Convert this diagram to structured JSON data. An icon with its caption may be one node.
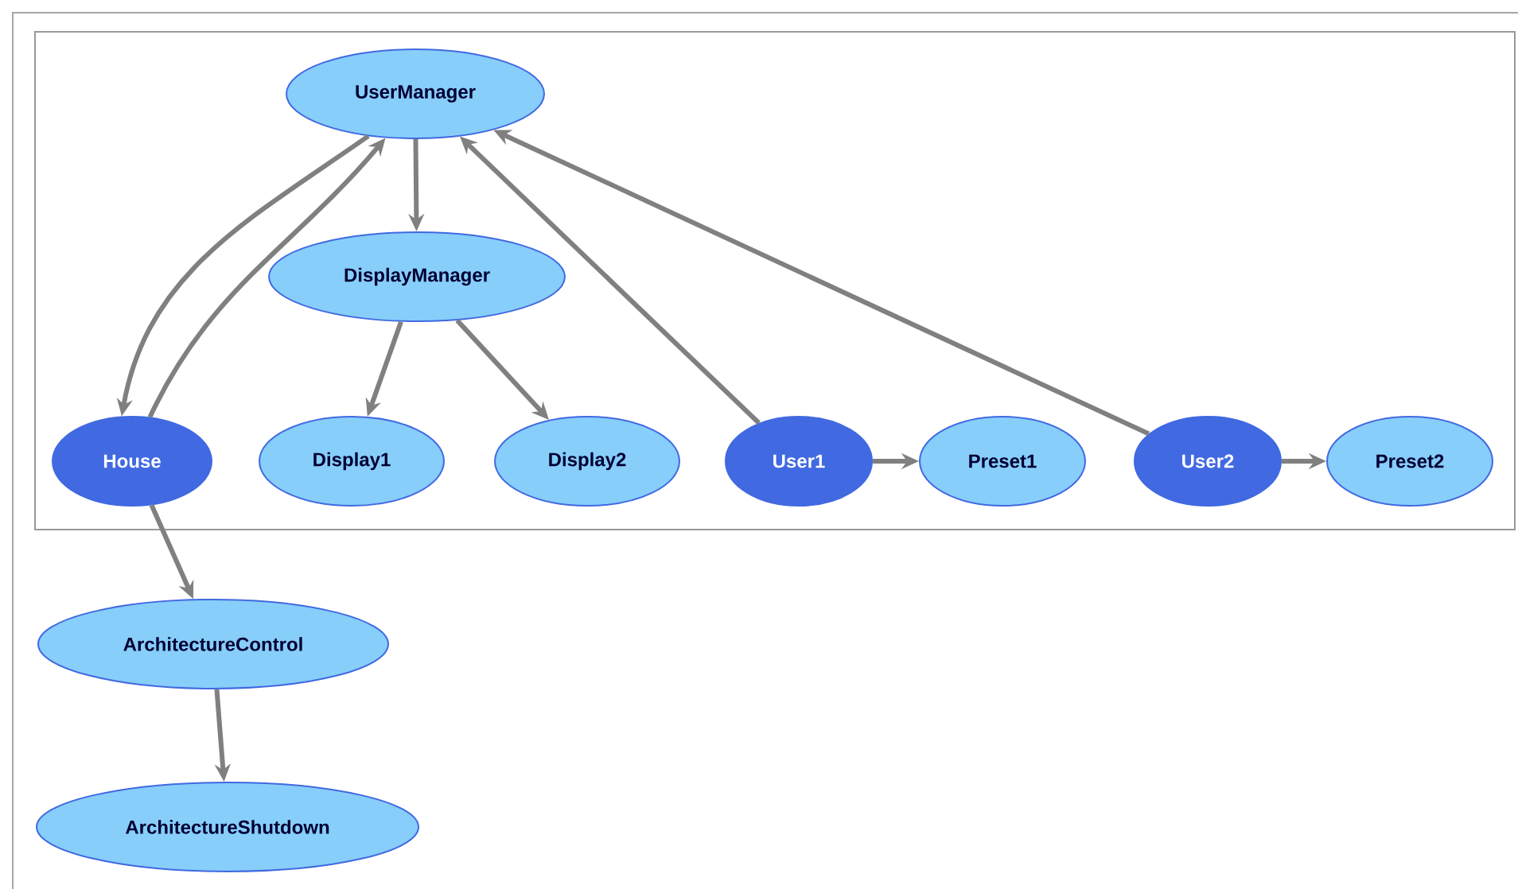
{
  "diagram": {
    "nodes": [
      {
        "text": [],
        "shape": "box"
      },
      {
        "text": [
          "UserManager"
        ],
        "in": 0
      },
      {
        "text": [
          "DisplayManager"
        ],
        "in": 0
      },
      {
        "text": [
          "House"
        ],
        "in": 0
      },
      {
        "text": [
          "Display1"
        ],
        "in": 0
      },
      {
        "text": [
          "Display2"
        ],
        "in": 0
      },
      {
        "text": [
          "User1"
        ],
        "in": 0
      },
      {
        "text": [
          "Preset1"
        ],
        "in": 0
      },
      {
        "text": [
          "User2"
        ],
        "in": 0
      },
      {
        "text": [
          "Preset2"
        ],
        "in": 0
      },
      {
        "text": [
          "ArchitectureControl"
        ]
      },
      {
        "text": [
          "ArchitectureShutdown"
        ]
      }
    ],
    "edges": [
      {
        "from": 1,
        "to": 3,
        "arrow": "to"
      },
      {
        "from": 3,
        "to": 1,
        "arrow": "to"
      },
      {
        "from": 1,
        "to": 2,
        "arrow": "to"
      },
      {
        "from": 2,
        "to": 4,
        "arrow": "to"
      },
      {
        "from": 2,
        "to": 5,
        "arrow": "to"
      },
      {
        "from": 6,
        "to": 1,
        "arrow": "to"
      },
      {
        "from": 8,
        "to": 1,
        "arrow": "to"
      },
      {
        "from": 6,
        "to": 7,
        "arrow": "to"
      },
      {
        "from": 8,
        "to": 9,
        "arrow": "to"
      },
      {
        "from": 3,
        "to": 10,
        "arrow": "to"
      },
      {
        "from": 10,
        "to": 11,
        "arrow": "to"
      }
    ]
  }
}
